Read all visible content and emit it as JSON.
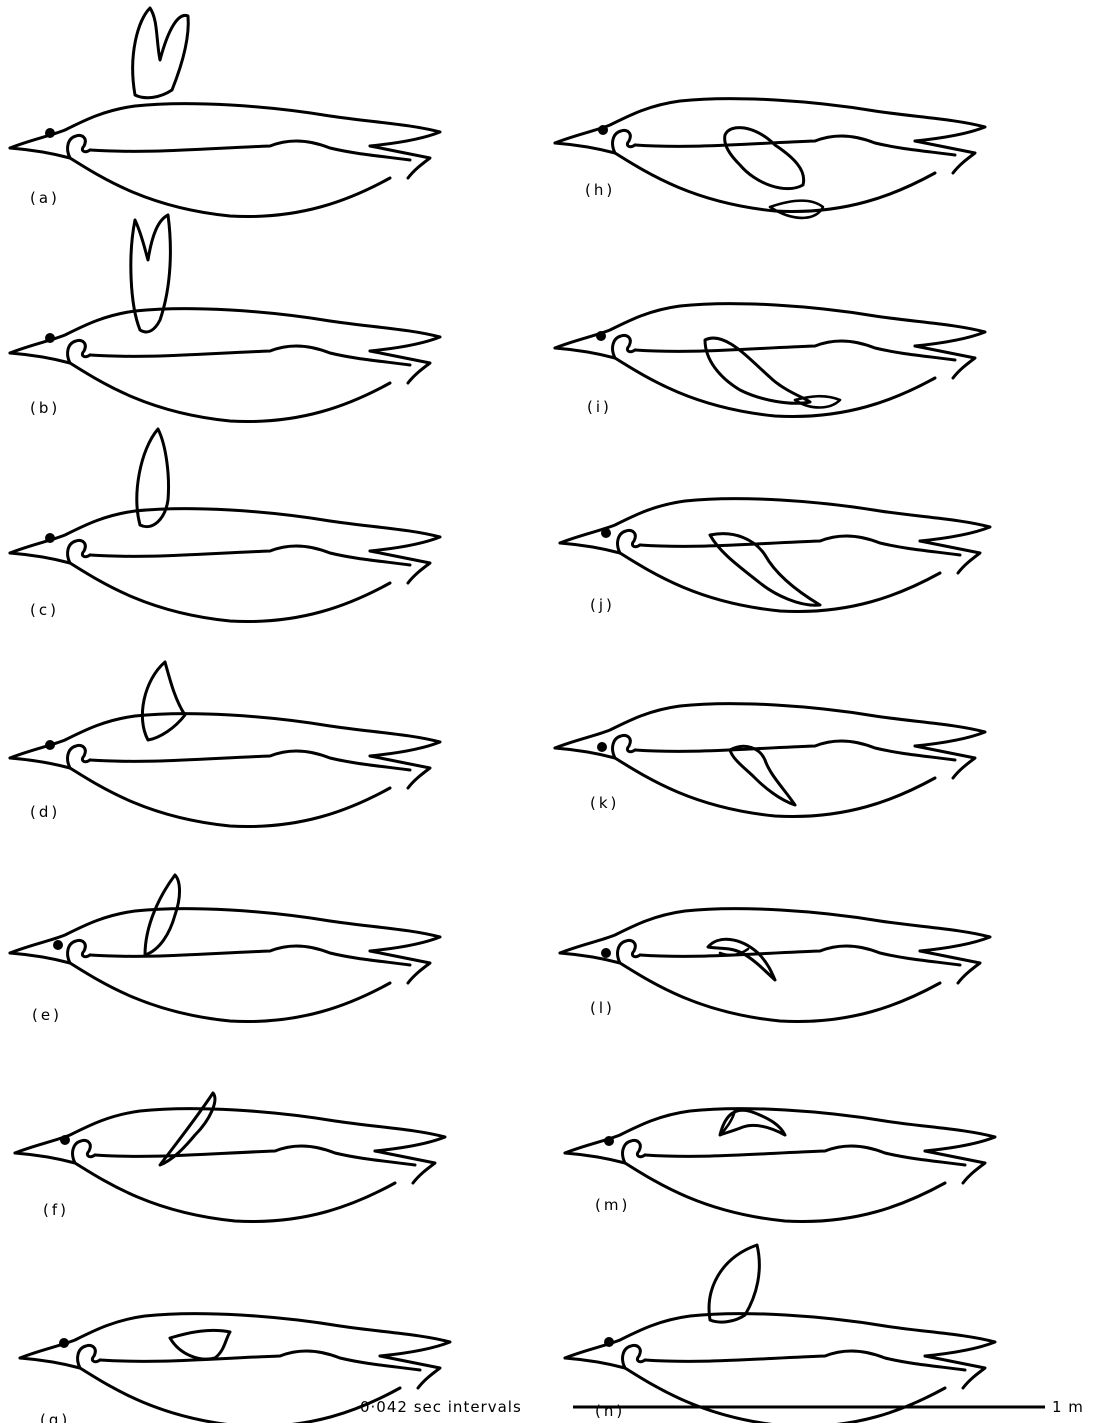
{
  "figure": {
    "panels": [
      {
        "label": "(a)",
        "flipper": "up-wide"
      },
      {
        "label": "(b)",
        "flipper": "up-split"
      },
      {
        "label": "(c)",
        "flipper": "up"
      },
      {
        "label": "(d)",
        "flipper": "up-short"
      },
      {
        "label": "(e)",
        "flipper": "forward"
      },
      {
        "label": "(f)",
        "flipper": "flat"
      },
      {
        "label": "(g)",
        "flipper": "body"
      },
      {
        "label": "(h)",
        "flipper": "down"
      },
      {
        "label": "(i)",
        "flipper": "down-back"
      },
      {
        "label": "(j)",
        "flipper": "down-back"
      },
      {
        "label": "(k)",
        "flipper": "down-mid"
      },
      {
        "label": "(l)",
        "flipper": "curl"
      },
      {
        "label": "(m)",
        "flipper": "curl-up"
      },
      {
        "label": "(n)",
        "flipper": "up-wide"
      }
    ],
    "interval_label": "0·042 sec intervals",
    "scale_label": "1 m"
  }
}
